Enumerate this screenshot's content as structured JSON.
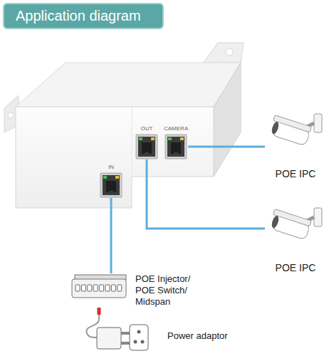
{
  "diagram": {
    "title": "Application diagram",
    "nodes": [
      {
        "text": [
          "IN"
        ]
      },
      {
        "text": [
          "OUT"
        ]
      },
      {
        "text": [
          "CAMERA"
        ]
      },
      {
        "text": [
          "POE IPC"
        ]
      },
      {
        "text": [
          "POE IPC"
        ]
      },
      {
        "text": [
          "POE Injector/ POE Switch/ Midspan"
        ]
      },
      {
        "text": [
          "Power adaptor"
        ]
      }
    ],
    "edges": [
      {
        "from": 0,
        "to": 5,
        "arrow": "none"
      },
      {
        "from": 2,
        "to": 3,
        "arrow": "none"
      },
      {
        "from": 1,
        "to": 4,
        "arrow": "none"
      },
      {
        "from": 5,
        "to": 6,
        "arrow": "none"
      }
    ]
  }
}
